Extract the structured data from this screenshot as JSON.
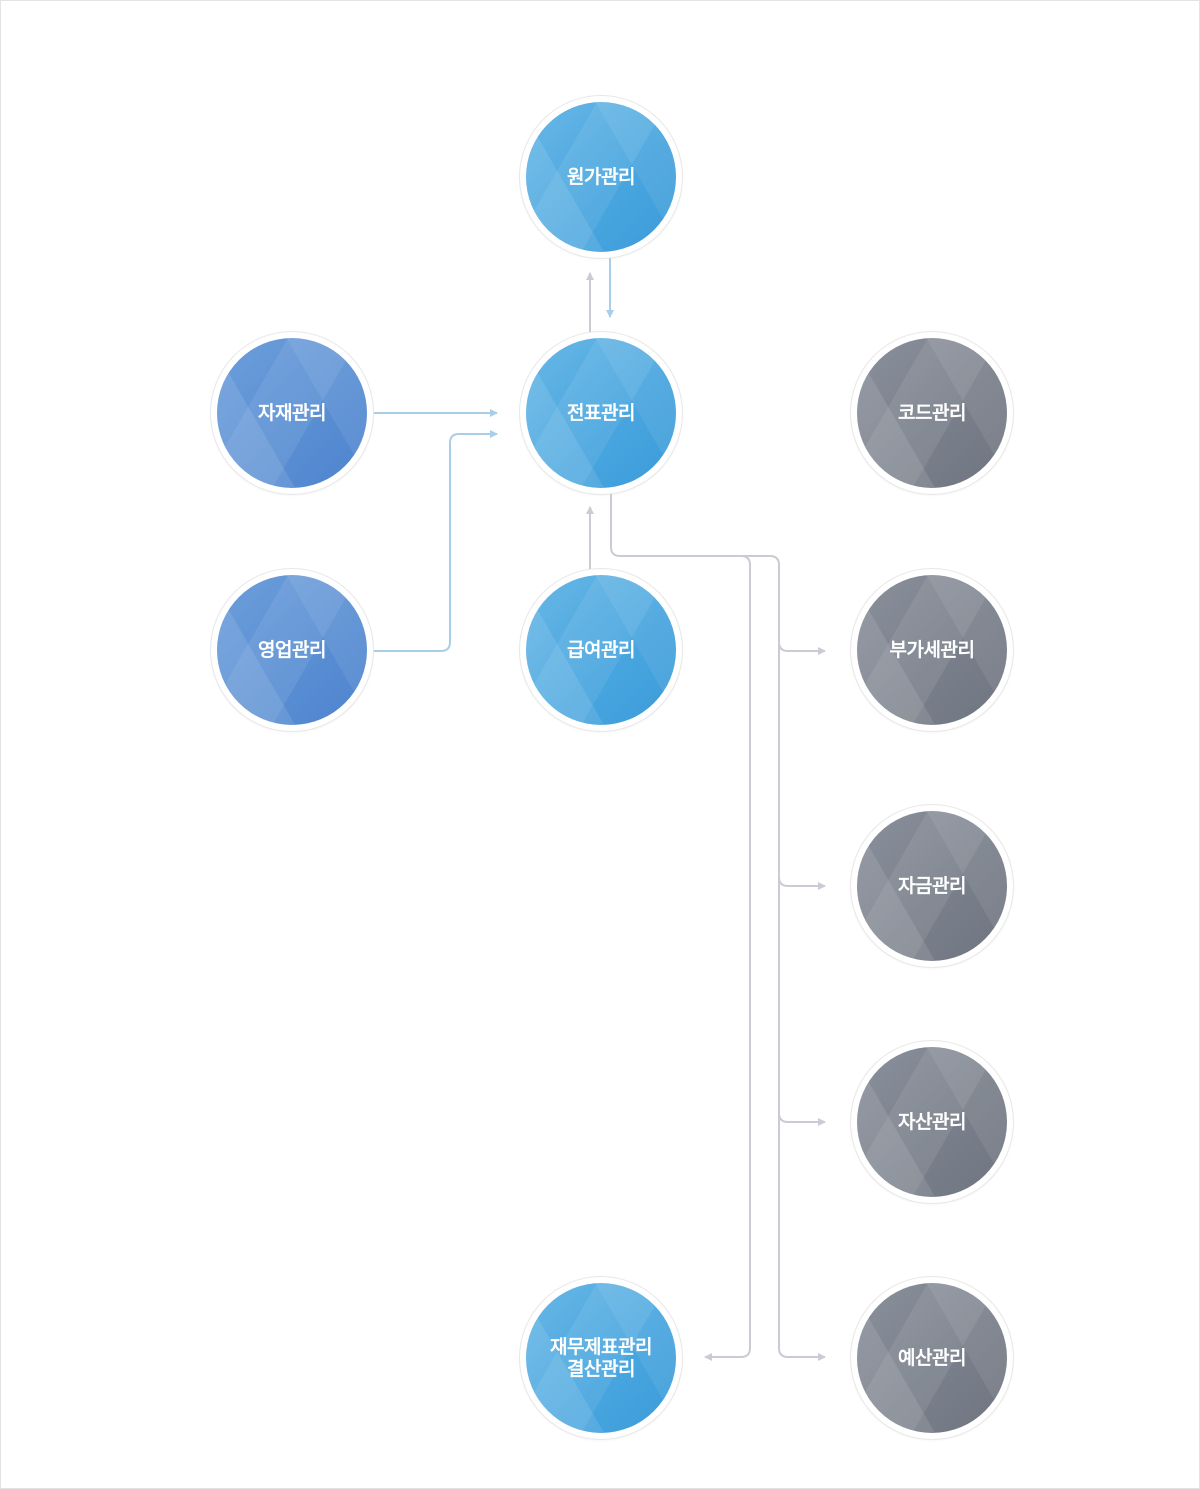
{
  "nodes": {
    "cost": {
      "label": "원가관리"
    },
    "material": {
      "label": "자재관리"
    },
    "voucher": {
      "label": "전표관리"
    },
    "code": {
      "label": "코드관리"
    },
    "sales": {
      "label": "영업관리"
    },
    "payroll": {
      "label": "급여관리"
    },
    "vat": {
      "label": "부가세관리"
    },
    "funds": {
      "label": "자금관리"
    },
    "assets": {
      "label": "자산관리"
    },
    "financial": {
      "label_line1": "재무제표관리",
      "label_line2": "결산관리"
    },
    "budget": {
      "label": "예산관리"
    }
  },
  "colors": {
    "light_blue": "#49a6df",
    "medium_blue": "#5a8fd3",
    "gray": "#7a808b",
    "connector_blue": "#a9cfe8",
    "connector_gray": "#c9ccd2"
  }
}
